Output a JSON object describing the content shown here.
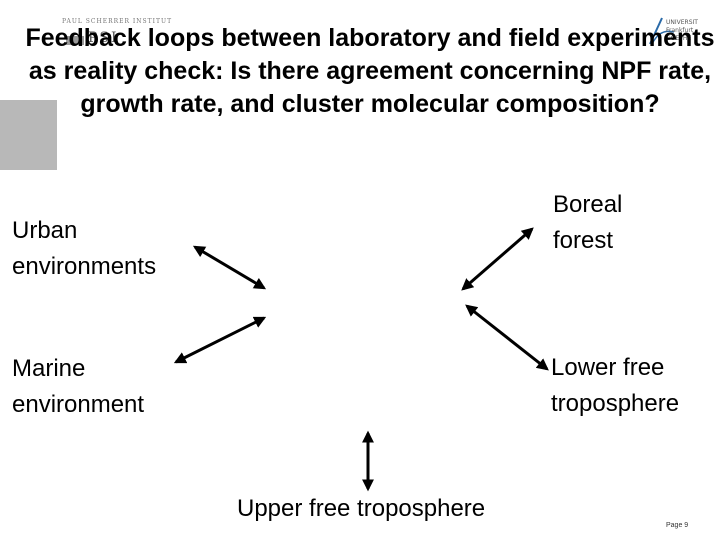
{
  "slide": {
    "title": "Feedback loops between laboratory and field experiments as reality check: Is there  agreement concerning   NPF rate, growth rate, and cluster molecular composition?",
    "labels": {
      "urban": "Urban environments",
      "marine": "Marine environment",
      "boreal": "Boreal forest",
      "lower_free": "Lower free troposphere",
      "upper_free": "Upper free troposphere"
    },
    "page_number": "Page 9"
  }
}
